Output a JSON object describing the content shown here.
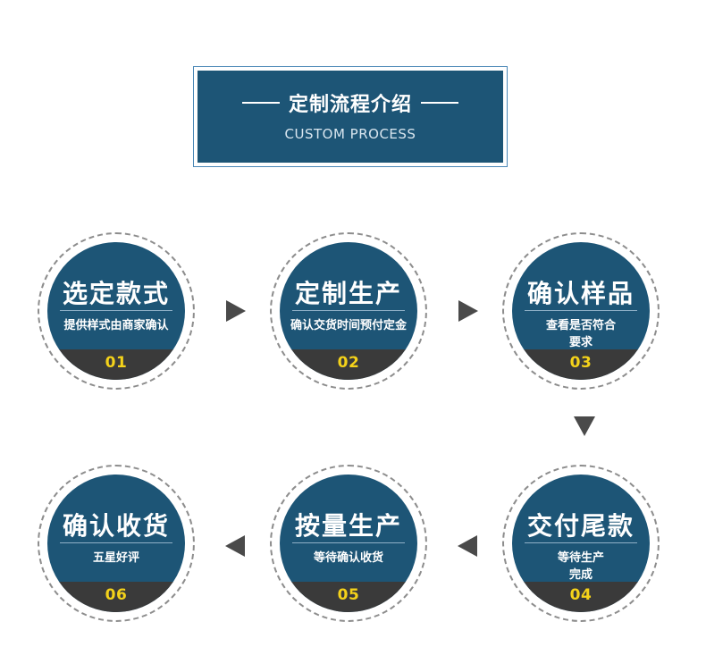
{
  "header": {
    "title": "定制流程介绍",
    "subtitle": "CUSTOM PROCESS"
  },
  "steps": [
    {
      "title": "选定款式",
      "desc": "提供样式由商家确认",
      "number": "01"
    },
    {
      "title": "定制生产",
      "desc": "确认交货时间预付定金",
      "number": "02"
    },
    {
      "title": "确认样品",
      "desc": "查看是否符合\n要求",
      "number": "03"
    },
    {
      "title": "交付尾款",
      "desc": "等待生产\n完成",
      "number": "04"
    },
    {
      "title": "按量生产",
      "desc": "等待确认收货",
      "number": "05"
    },
    {
      "title": "确认收货",
      "desc": "五星好评",
      "number": "06"
    }
  ],
  "arrows": [
    "arrow-right-icon",
    "arrow-right-icon",
    "arrow-down-icon",
    "arrow-left-icon",
    "arrow-left-icon"
  ],
  "colors": {
    "disc": "#1d5576",
    "band": "#3a3a3a",
    "number": "#f4d21a",
    "arrow": "#4a4a4a",
    "frame": "#4a87b6"
  }
}
